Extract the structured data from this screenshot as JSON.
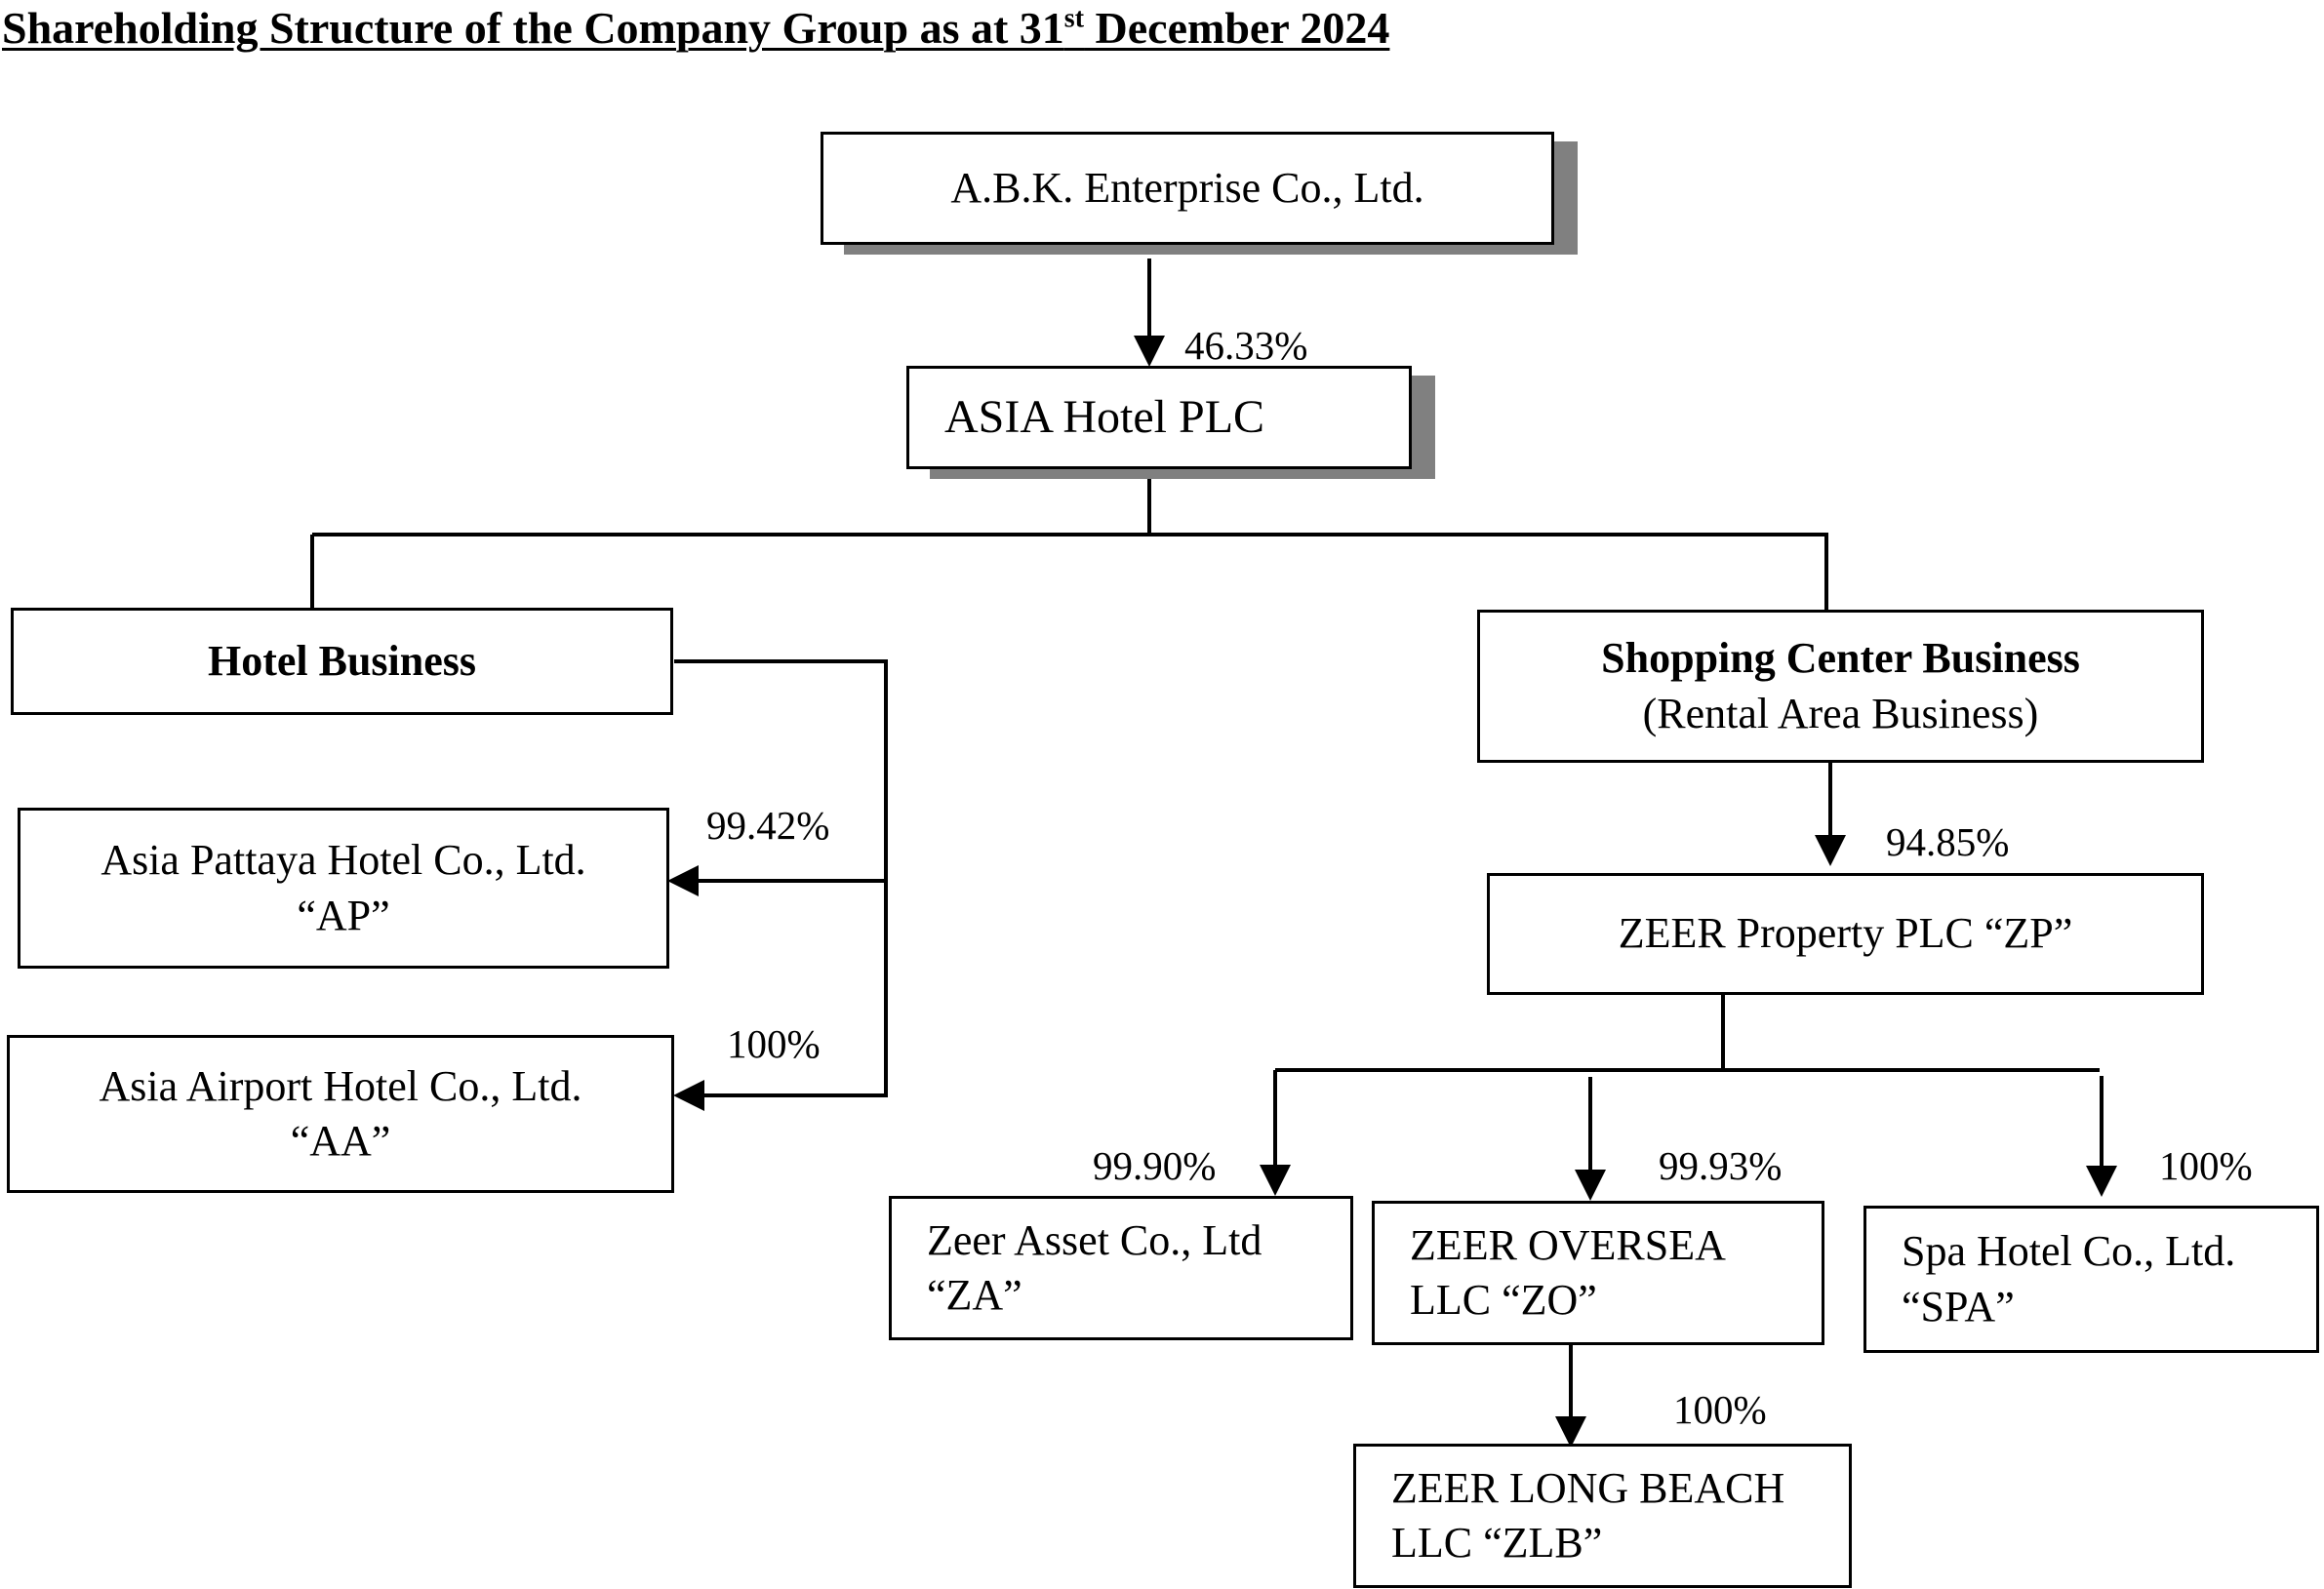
{
  "title": {
    "main": "Shareholding Structure of the Company Group as at 31",
    "sup": "st",
    "tail": " December 2024"
  },
  "nodes": {
    "abk": "A.B.K. Enterprise Co., Ltd.",
    "asia_hotel": "ASIA Hotel PLC",
    "hotel_business": "Hotel Business",
    "shopping_center": {
      "line1": "Shopping Center Business",
      "line2": "(Rental Area Business)"
    },
    "ap": {
      "line1": "Asia Pattaya Hotel Co., Ltd.",
      "line2": "“AP”"
    },
    "aa": {
      "line1": "Asia Airport Hotel Co., Ltd.",
      "line2": "“AA”"
    },
    "zp": "ZEER Property PLC “ZP”",
    "za": {
      "line1": "Zeer Asset Co., Ltd",
      "line2": "“ZA”"
    },
    "zo": {
      "line1": "ZEER OVERSEA",
      "line2": "LLC “ZO”"
    },
    "spa": {
      "line1": "Spa Hotel Co., Ltd.",
      "line2": "“SPA”"
    },
    "zlb": {
      "line1": "ZEER LONG BEACH",
      "line2": "LLC “ZLB”"
    }
  },
  "percentages": {
    "abk_to_asia": "46.33%",
    "ap": "99.42%",
    "aa": "100%",
    "zp": "94.85%",
    "za": "99.90%",
    "zo": "99.93%",
    "spa": "100%",
    "zlb": "100%"
  }
}
